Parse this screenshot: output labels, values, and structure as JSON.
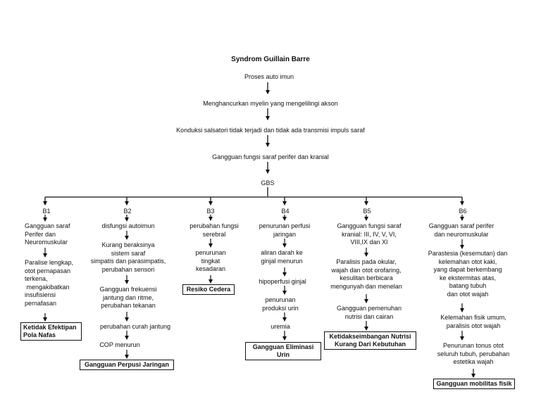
{
  "title": "Syndrom Guillain Barre",
  "chain": [
    "Proses auto imun",
    "Menghancurkan myelin yang mengelilingi akson",
    "Konduksi salsatori tidak terjadi dan tidak ada transmisi impuls saraf",
    "Gangguan fungsi saraf perifer dan kranial",
    "GBS"
  ],
  "branches": {
    "b1": {
      "label": "B1",
      "steps": [
        "Gangguan saraf\nPerifer dan\nNeuromuskular",
        "Paralise lengkap,\notot pernapasan\nterkena,\n mengakibatkan\ninsufisiensi\npernafasan"
      ],
      "diagnosis": "Ketidak Efektipan\nPola Nafas"
    },
    "b2": {
      "label": "B2",
      "steps": [
        "disfungsi autoimun",
        "Kurang beraksinya\nsistem saraf\nsimpatis dan parasimpatis,\nperubahan sensori",
        "Gangguan frekuensi\njantung dan ritme,\nperubahan tekanan",
        "perubahan curah jantung",
        "COP menurun"
      ],
      "diagnosis": "Gangguan Perpusi Jaringan"
    },
    "b3": {
      "label": "B3",
      "steps": [
        "perubahan fungsi\nserebral",
        "penurunan\ntingkat\nkesadaran"
      ],
      "diagnosis": "Resiko Cedera"
    },
    "b4": {
      "label": "B4",
      "steps": [
        "penurunan perfusi\njaringan",
        "aliran darah ke\nginjal menurun",
        "hipoperfusi ginjal",
        "penurunan\nproduksi urin",
        "uremia"
      ],
      "diagnosis": "Gangguan Eliminasi\nUrin"
    },
    "b5": {
      "label": "B5",
      "steps": [
        "Gangguan fungsi saraf\nkranial: III, IV, V, VI,\nVIII,IX dan XI",
        "Paralisis pada okular,\nwajah dan otot orofaring,\nkesulitan berbicara\nmengunyah dan menelan",
        "Gangguan pemenuhan\nnutrisi dan cairan"
      ],
      "diagnosis": "Ketidakseimbangan Nutrisi\nKurang Dari Kebutuhan"
    },
    "b6": {
      "label": "B6",
      "steps": [
        "Gangguan saraf perifer\ndan neuromuskular",
        "Parastesia (kesemutan) dan\nkelemahan otot kaki,\nyang dapat berkembang\nke ekstermitas atas,\nbatang tubuh\ndan otot wajah",
        "Kelemahan fisik umum,\nparalisis otot wajah",
        "Penurunan tonus otot\nseluruh tubuh, perubahan\nestetika wajah"
      ],
      "diagnosis": "Gangguan mobilitas fisik"
    }
  }
}
